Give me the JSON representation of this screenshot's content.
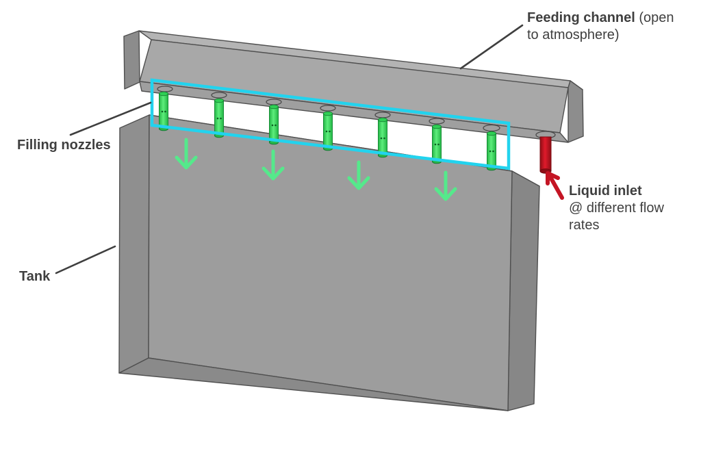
{
  "diagram": {
    "type": "annotated-3d-schematic",
    "labels": {
      "feeding_channel": {
        "bold": "Feeding channel",
        "regular": " (open to atmosphere)"
      },
      "filling_nozzles": {
        "text": "Filling nozzles"
      },
      "tank": {
        "text": "Tank"
      },
      "liquid_inlet": {
        "bold": "Liquid inlet",
        "regular": "@ different flow rates"
      }
    },
    "counts": {
      "filling_nozzles": 7,
      "feed_holes": 8,
      "downward_flow_arrows": 4,
      "inlet_arrows": 1
    },
    "colors": {
      "nozzle_green": "#3bdd5e",
      "arrow_green": "#55e98b",
      "highlight_cyan": "#22d3ee",
      "inlet_red": "#c41524",
      "label_text": "#3f3f3f",
      "channel_gray": "#a8a8a8",
      "tank_gray": "#9d9d9d"
    }
  }
}
